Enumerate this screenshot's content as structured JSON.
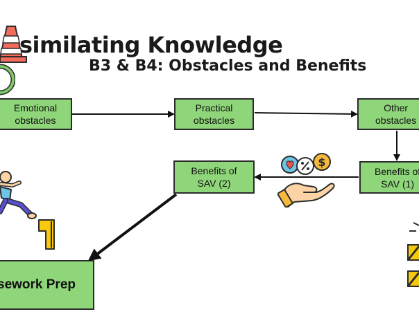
{
  "title": "similating Knowledge",
  "subtitle": "B3 & B4: Obstacles and Benefits",
  "boxes": {
    "emotional": "Emotional\nobstacles",
    "practical": "Practical\nobstacles",
    "other": "Other\nobstacles",
    "benefits1": "Benefits of\nSAV (1)",
    "benefits2": "Benefits of\nSAV (2)",
    "coursework": "sework Prep"
  },
  "colors": {
    "box_fill": "#8fd67a",
    "box_border": "#2b2b2b",
    "arrow": "#111111"
  },
  "icons": [
    "traffic-cone-icon",
    "wreath-icon",
    "hand-coins-icon",
    "running-person-icon",
    "hurdle-icon",
    "barrier-icon"
  ]
}
